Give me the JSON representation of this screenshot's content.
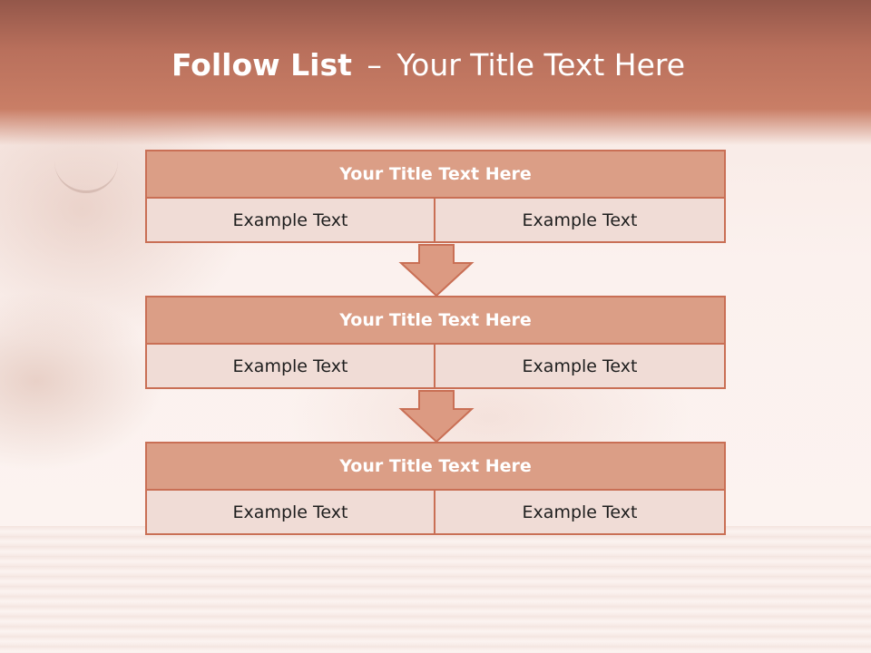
{
  "slide": {
    "title_bold": "Follow List",
    "title_dash": "–",
    "title_rest": "Your Title Text Here"
  },
  "steps": [
    {
      "title": "Your Title Text Here",
      "left_text": "Example Text",
      "right_text": "Example Text"
    },
    {
      "title": "Your Title Text Here",
      "left_text": "Example Text",
      "right_text": "Example Text"
    },
    {
      "title": "Your Title Text Here",
      "left_text": "Example Text",
      "right_text": "Example Text"
    }
  ],
  "colors": {
    "header": "#c97e66",
    "box_title_fill": "#db9e86",
    "box_cell_fill": "#f0dcd6",
    "border": "#c96f55",
    "arrow_fill": "#dc9a82"
  }
}
